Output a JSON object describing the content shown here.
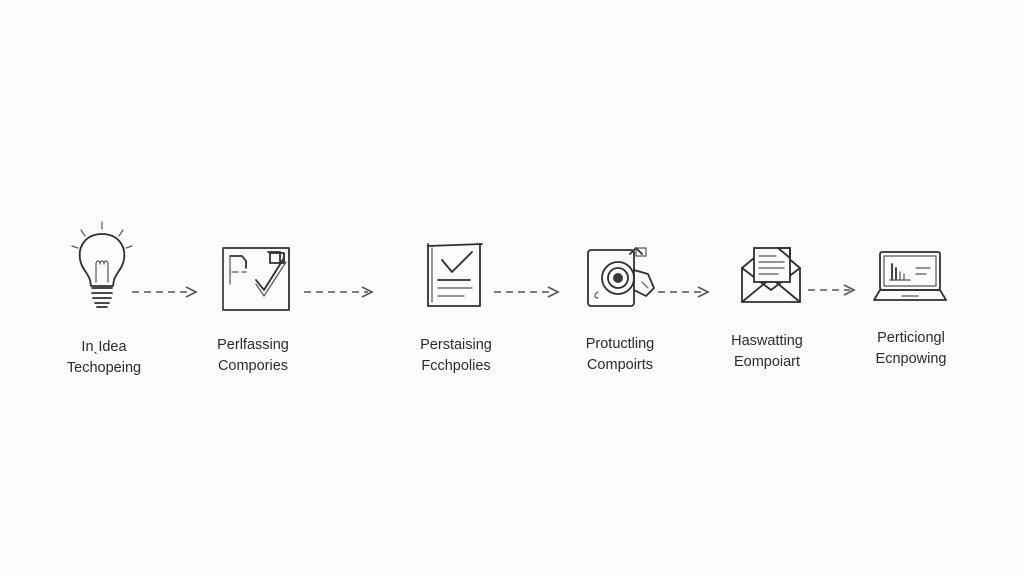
{
  "steps": [
    {
      "icon": "lightbulb-icon",
      "line1": "InˎIdea",
      "line2": "Techopeing"
    },
    {
      "icon": "document-check-icon",
      "line1": "Perlfassing",
      "line2": "Compories"
    },
    {
      "icon": "checklist-page-icon",
      "line1": "Perstaising",
      "line2": "Fcchpolies"
    },
    {
      "icon": "camera-device-icon",
      "line1": "Protuctling",
      "line2": "Compoirts"
    },
    {
      "icon": "envelope-letter-icon",
      "line1": "Haswatting",
      "line2": "Eompoiart"
    },
    {
      "icon": "laptop-chart-icon",
      "line1": "Perticiongl",
      "line2": "Ecnpowing"
    }
  ]
}
